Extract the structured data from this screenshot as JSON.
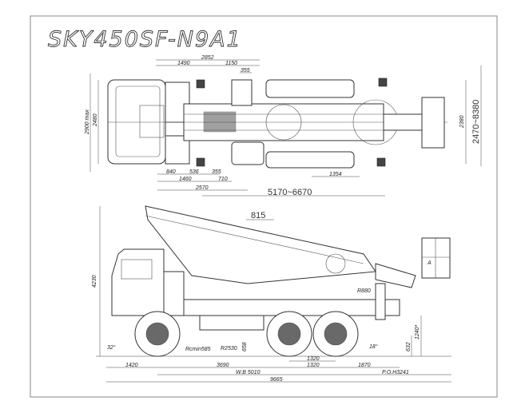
{
  "title": "SKY450SF-N9A1",
  "top_view": {
    "dims": {
      "overall_front": "2852",
      "cab_to_mount": "1490",
      "mount_span": "1150",
      "top_355": "355",
      "width_max": "2900 max",
      "width_cab": "2480",
      "d840": "840",
      "d536": "536",
      "bottom_355": "355",
      "d710": "710",
      "d1460": "1460",
      "d2570": "2570",
      "outrigger_span": "5170~6670",
      "d1354": "1354",
      "width_rear": "2380",
      "outrigger_width": "2470~8380"
    }
  },
  "side_view": {
    "dims": {
      "d815": "815",
      "height": "4230",
      "r880": "R880",
      "angle_front": "32°",
      "rcmin": "Rcmin585",
      "r2530": "R2530",
      "d658": "658",
      "d632": "632",
      "d1240": "1240*",
      "angle_rear": "18°",
      "d1320_upper": "1320",
      "d1420": "1420",
      "d3690": "3690",
      "d1320": "1320",
      "d1870": "1870",
      "wheelbase": "W.B 5010",
      "rear_overhang": "P.O.H3241",
      "length": "9665",
      "view_a": "A"
    }
  }
}
